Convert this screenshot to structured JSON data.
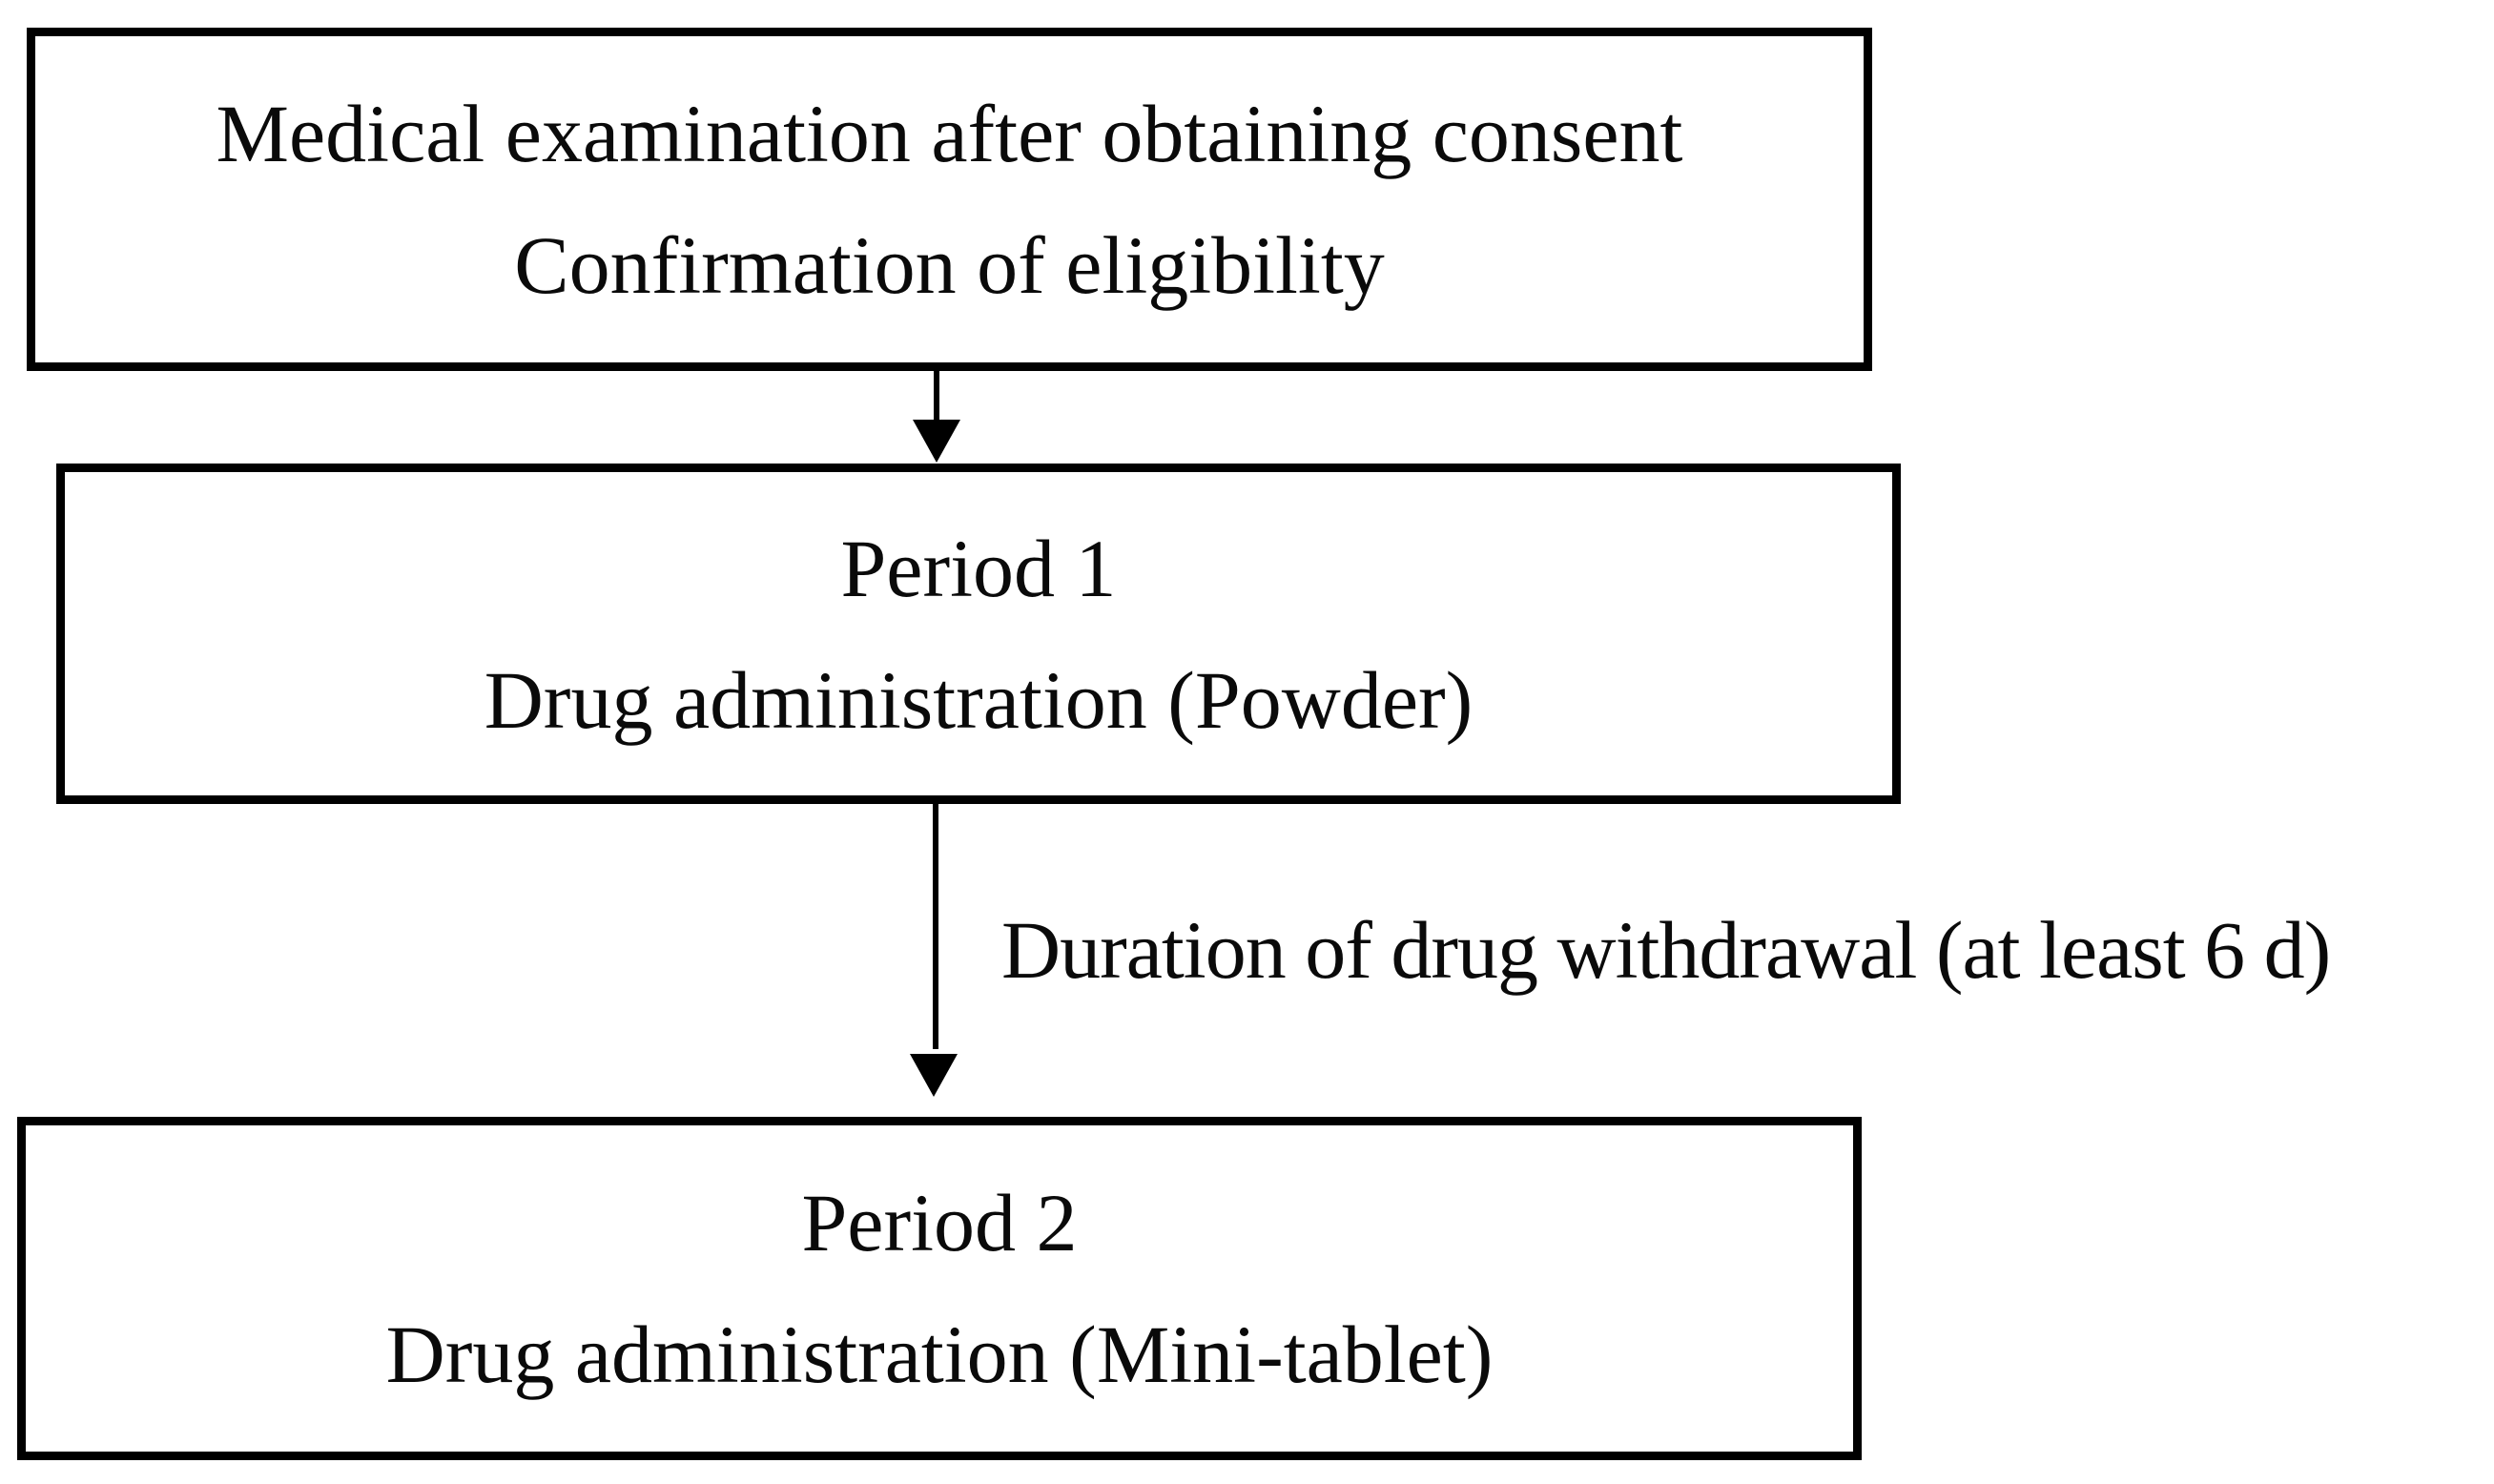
{
  "figure": {
    "type": "flowchart",
    "background_color": "#ffffff",
    "stroke_color": "#000000",
    "boxes": [
      {
        "id": "consent",
        "line1": "Medical examination after obtaining consent",
        "line2": "Confirmation of eligibility"
      },
      {
        "id": "period1",
        "line1": "Period 1",
        "line2": "Drug administration (Powder)"
      },
      {
        "id": "period2",
        "line1": "Period 2",
        "line2": "Drug administration (Mini-tablet)"
      }
    ],
    "arrows": [
      {
        "from": "consent",
        "to": "period1",
        "label": ""
      },
      {
        "from": "period1",
        "to": "period2",
        "label": "Duration of drug withdrawal (at least 6 d)"
      }
    ]
  }
}
